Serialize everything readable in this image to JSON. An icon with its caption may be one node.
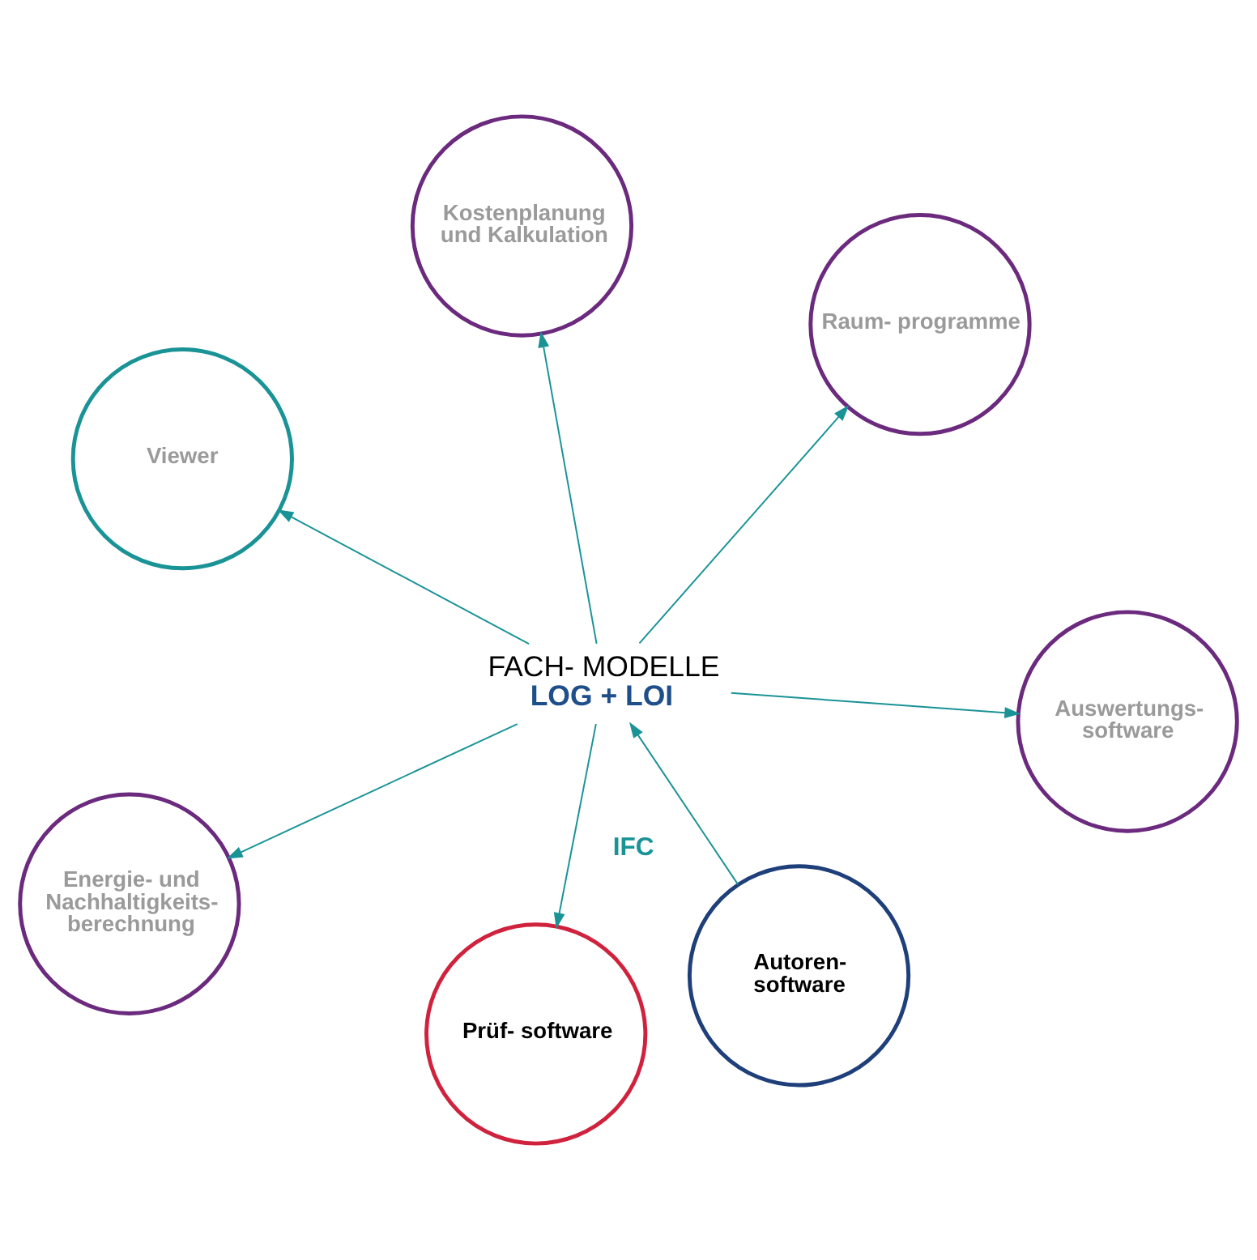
{
  "diagram": {
    "nodes": [
      {
        "text": [
          "FACH- MODELLE",
          "LOG + LOI"
        ]
      },
      {
        "text": [
          "Autoren- software"
        ]
      },
      {
        "text": [
          "Prüf- software"
        ]
      },
      {
        "text": [
          "Viewer"
        ]
      },
      {
        "text": [
          "Raum- programme"
        ]
      },
      {
        "text": [
          "Kostenplanung und Kalkulation"
        ]
      },
      {
        "text": [
          "Energie- und Nachhaltigkeits- berechnung"
        ]
      },
      {
        "text": [
          "Auswertungs- software"
        ]
      }
    ],
    "edges": [
      {
        "from": 1,
        "to": 0,
        "arrow": "to"
      },
      {
        "from": 0,
        "to": 2,
        "arrow": "to"
      },
      {
        "from": 0,
        "to": 3,
        "arrow": "to"
      },
      {
        "from": 0,
        "to": 4,
        "arrow": "to"
      },
      {
        "from": 0,
        "to": 5,
        "arrow": "to"
      },
      {
        "from": 0,
        "to": 6,
        "arrow": "to"
      },
      {
        "from": 0,
        "to": 7,
        "arrow": "to"
      }
    ],
    "labels": [
      "IFC"
    ]
  }
}
